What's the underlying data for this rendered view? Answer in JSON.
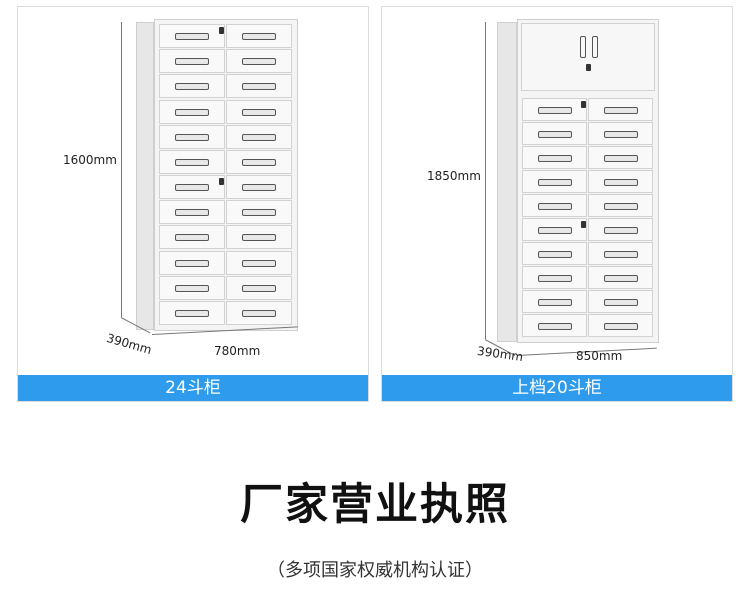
{
  "products": [
    {
      "name": "24斗柜",
      "height_label": "1600mm",
      "depth_label": "390mm",
      "width_label": "780mm",
      "drawer_rows": 12,
      "drawer_cols": 2
    },
    {
      "name": "上档20斗柜",
      "height_label": "1850mm",
      "depth_label": "390mm",
      "width_label": "850mm",
      "drawer_rows": 10,
      "drawer_cols": 2
    }
  ],
  "section": {
    "title": "厂家营业执照",
    "subtitle": "（多项国家权威机构认证）"
  },
  "colors": {
    "banner": "#2e9bec",
    "cabinet": "#f4f4f4"
  }
}
